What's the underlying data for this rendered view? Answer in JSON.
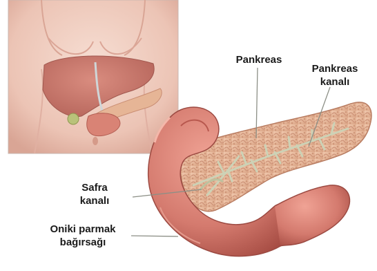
{
  "labels": {
    "pancreas": "Pankreas",
    "pancreatic_duct": {
      "line1": "Pankreas",
      "line2": "kanalı"
    },
    "bile_duct": {
      "line1": "Safra",
      "line2": "kanalı"
    },
    "duodenum": {
      "line1": "Oniki parmak",
      "line2": "bağırsağı"
    }
  },
  "colors": {
    "skin": "#f1cfc2",
    "skin_shadow": "#e2ad9f",
    "liver": "#c9776b",
    "pancreas": "#e8b89c",
    "pancreas_texture": "#c98d72",
    "intestine": "#d77b70",
    "intestine_dark": "#b8584e",
    "duct": "#cdd2b6",
    "leader_line": "#8c8f86",
    "inset_border": "#c9b7b0"
  }
}
